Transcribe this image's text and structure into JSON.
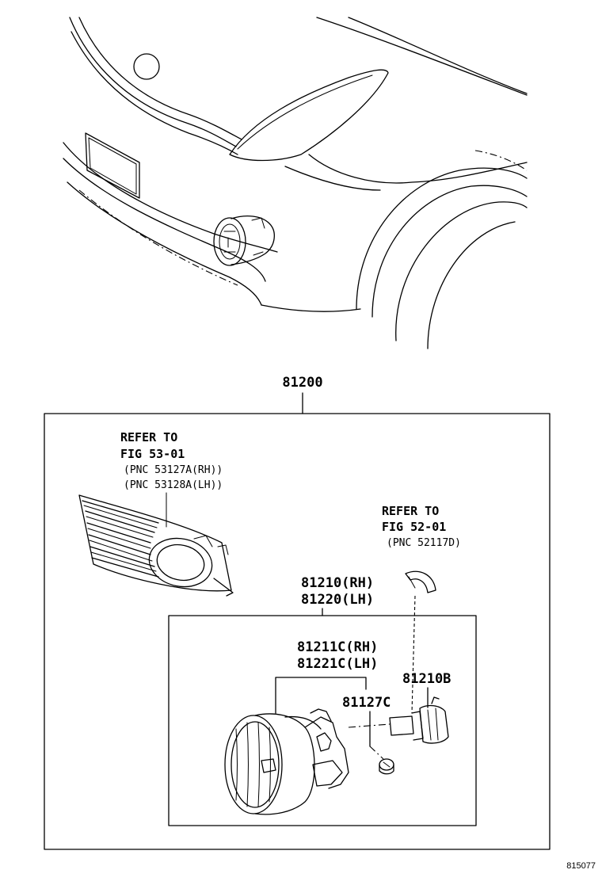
{
  "assembly": {
    "part_no": "81200"
  },
  "grille_ref": {
    "line1": "REFER TO",
    "line2": "FIG 53-01",
    "pnc_rh": "(PNC 53127A(RH))",
    "pnc_lh": "(PNC 53128A(LH))"
  },
  "bulb_ref": {
    "line1": "REFER TO",
    "line2": "FIG 52-01",
    "pnc": "(PNC 52117D)"
  },
  "lamp_assy": {
    "part_rh": "81210(RH)",
    "part_lh": "81220(LH)"
  },
  "lens_unit": {
    "part_rh": "81211C(RH)",
    "part_lh": "81221C(LH)"
  },
  "bulb": {
    "part_no": "81210B"
  },
  "screw": {
    "part_no": "81127C"
  },
  "figure_no": "815077",
  "icons": [
    "car-front-outline",
    "fog-lamp-grille",
    "fog-lamp-housing",
    "bulb-connector-cap",
    "halogen-bulb",
    "aiming-screw"
  ]
}
